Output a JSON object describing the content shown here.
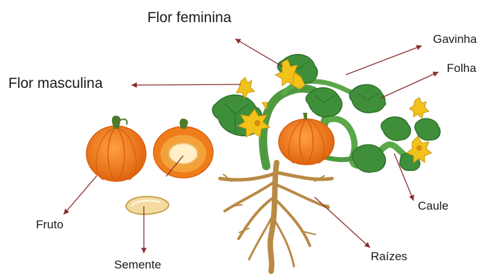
{
  "labels": {
    "flor_feminina": "Flor feminina",
    "flor_masculina": "Flor masculina",
    "gavinha": "Gavinha",
    "folha": "Folha",
    "caule": "Caule",
    "raizes": "Raízes",
    "fruto": "Fruto",
    "semente": "Semente"
  },
  "colors": {
    "arrow": "#8b2a2a",
    "leaf": "#3f8f3a",
    "leaf_dark": "#2e6f2b",
    "stem": "#5aa84a",
    "flower": "#f2c21b",
    "pumpkin": "#f07a17",
    "pumpkin_dark": "#d85e0e",
    "root": "#b98a45",
    "seed": "#f4dfa8"
  }
}
